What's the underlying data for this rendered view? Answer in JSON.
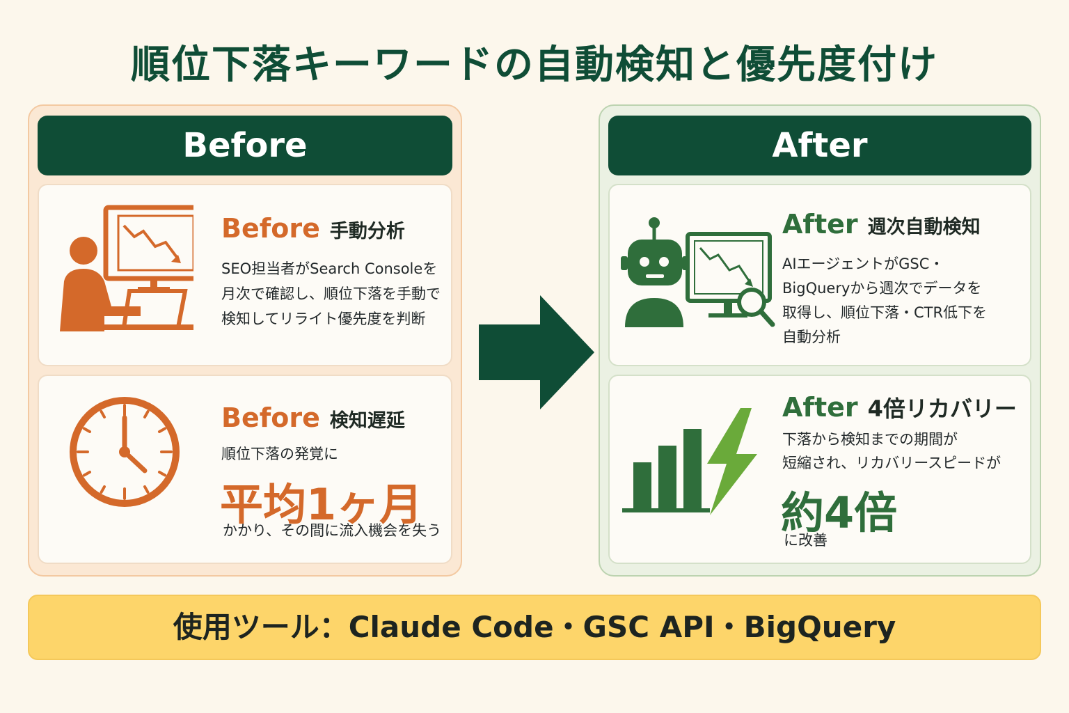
{
  "title": "順位下落キーワードの自動検知と優先度付け",
  "before": {
    "header": "Before",
    "card1": {
      "lead": "Before",
      "sub": "手動分析",
      "lines": [
        "SEO担当者がSearch Consoleを",
        "月次で確認し、順位下落を手動で",
        "検知してリライト優先度を判断"
      ]
    },
    "card2": {
      "lead": "Before",
      "sub": "検知遅延",
      "pre": "順位下落の発覚に",
      "big": "平均1ヶ月",
      "post": "かかり、その間に流入機会を失う"
    }
  },
  "after": {
    "header": "After",
    "card1": {
      "lead": "After",
      "sub": "週次自動検知",
      "lines": [
        "AIエージェントがGSC・",
        "BigQueryから週次でデータを",
        "取得し、順位下落・CTR低下を",
        "自動分析"
      ]
    },
    "card2": {
      "lead": "After",
      "sub": "4倍リカバリー",
      "lines": [
        "下落から検知までの期間が",
        "短縮され、リカバリースピードが"
      ],
      "big": "約4倍",
      "post": "に改善"
    }
  },
  "tools": "使用ツール：Claude Code・GSC API・BigQuery",
  "colors": {
    "dark_green": "#0f4d36",
    "orange": "#d4692a",
    "green": "#2f6e3b",
    "yellow": "#fdd56a"
  },
  "icons": {
    "before_card1": "person-at-monitor-declining-chart-icon",
    "before_card2": "clock-icon",
    "after_card1": "robot-monitor-magnifier-icon",
    "after_card2": "bar-chart-lightning-icon",
    "center": "right-arrow-icon"
  }
}
